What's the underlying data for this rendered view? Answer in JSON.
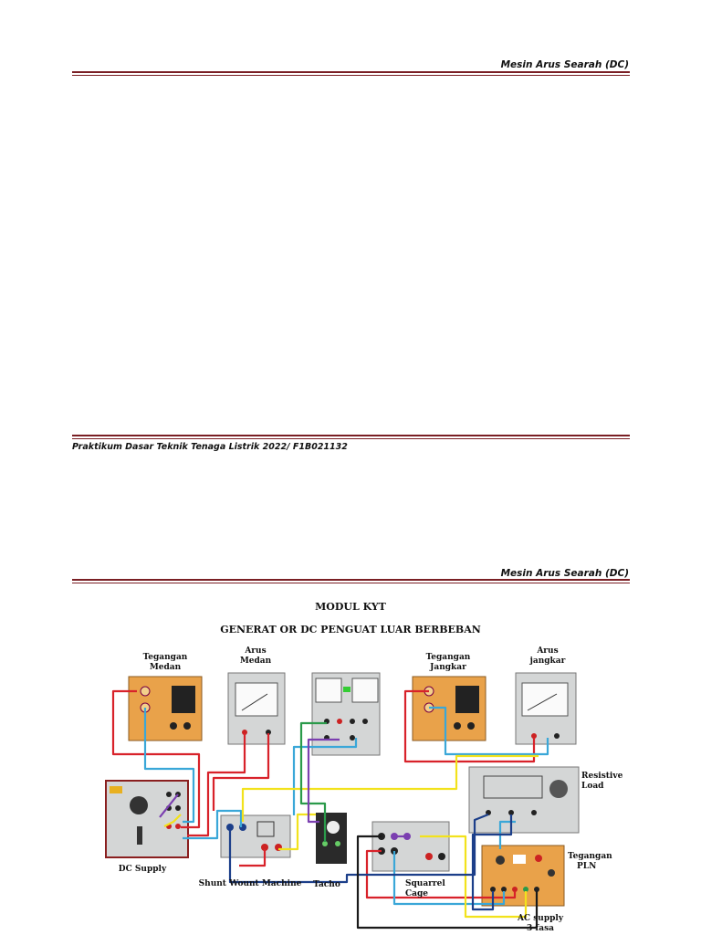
{
  "page1": {
    "header": "Mesin Arus Searah (DC)",
    "footer": "Praktikum Dasar Teknik Tenaga Listrik 2022/ F1B021132"
  },
  "page2": {
    "header": "Mesin Arus Searah (DC)",
    "title": "MODUL KYT",
    "subtitle": "GENERAT OR DC PENGUAT LUAR BERBEBAN"
  },
  "diagram": {
    "labels": {
      "tegangan_medan": [
        "Tegangan",
        "Medan"
      ],
      "arus_medan": [
        "Arus",
        "Medan"
      ],
      "tegangan_jangkar": [
        "Tegangan",
        "Jangkar"
      ],
      "arus_jangkar": [
        "Arus",
        "jangkar"
      ],
      "resistive_load": [
        "Resistive",
        "Load"
      ],
      "dc_supply": "DC Supply",
      "shunt_wound_machine": "Shunt Wount Machine",
      "tacho": "Tacho",
      "squarrel_cage": [
        "Squarrel",
        "Cage"
      ],
      "tegangan_pln": [
        "Tegangan",
        "PLN"
      ],
      "ac_supply": [
        "AC supply",
        "3 fasa"
      ]
    },
    "wire_colors": {
      "red": "#d8222a",
      "blue": "#3aa7d8",
      "yellow": "#f2e21c",
      "green": "#2a9a4a",
      "purple": "#7b3fb0",
      "navy": "#1c3f8a",
      "black": "#1a1a1a"
    },
    "module_colors": {
      "orange": "#e9a24a",
      "grey": "#d4d6d6",
      "dark": "#2a2a2a"
    }
  }
}
